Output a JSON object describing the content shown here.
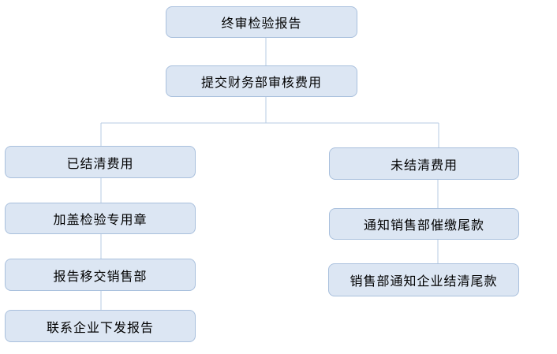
{
  "diagram": {
    "type": "flowchart",
    "colors": {
      "background": "#ffffff",
      "node_fill": "#dce6f3",
      "node_border": "#a9c0dd",
      "connector": "#b7cbe3",
      "text": "#000000"
    },
    "nodes": [
      {
        "id": "final-report",
        "label": "终审检验报告"
      },
      {
        "id": "submit-finance",
        "label": "提交财务部审核费用"
      },
      {
        "id": "settled",
        "label": "已结清费用"
      },
      {
        "id": "stamp-seal",
        "label": "加盖检验专用章"
      },
      {
        "id": "transfer-sales",
        "label": "报告移交销售部"
      },
      {
        "id": "contact-issue",
        "label": "联系企业下发报告"
      },
      {
        "id": "unsettled",
        "label": "未结清费用"
      },
      {
        "id": "notify-sales",
        "label": "通知销售部催缴尾款"
      },
      {
        "id": "sales-notify",
        "label": "销售部通知企业结清尾款"
      }
    ],
    "edges": [
      {
        "from": "final-report",
        "to": "submit-finance"
      },
      {
        "from": "submit-finance",
        "to": "settled"
      },
      {
        "from": "submit-finance",
        "to": "unsettled"
      },
      {
        "from": "settled",
        "to": "stamp-seal"
      },
      {
        "from": "stamp-seal",
        "to": "transfer-sales"
      },
      {
        "from": "transfer-sales",
        "to": "contact-issue"
      },
      {
        "from": "unsettled",
        "to": "notify-sales"
      },
      {
        "from": "notify-sales",
        "to": "sales-notify"
      }
    ]
  }
}
